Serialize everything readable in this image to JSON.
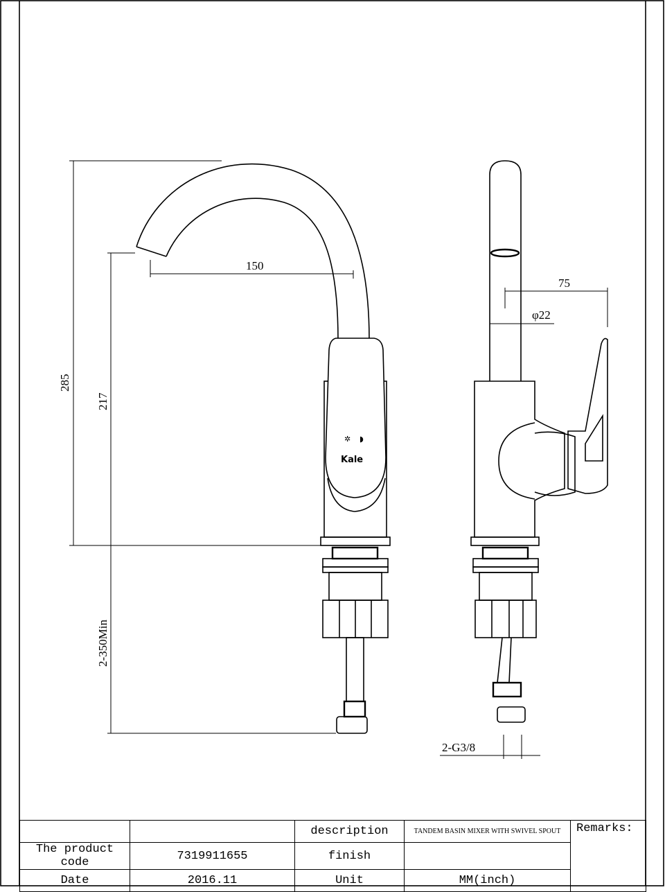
{
  "drawing": {
    "logo": "Kale",
    "dimensions": {
      "spout_reach": "150",
      "total_height": "285",
      "spout_height": "217",
      "hose_length": "2-350Min",
      "handle_offset": "75",
      "spout_diameter": "φ22",
      "connection": "2-G3/8"
    }
  },
  "title_block": {
    "description_label": "description",
    "description_value": "TANDEM BASIN MIXER WITH SWIVEL SPOUT",
    "remarks_label": "Remarks:",
    "product_code_label": "The product code",
    "product_code_value": "7319911655",
    "finish_label": "finish",
    "finish_value": "",
    "date_label": "Date",
    "date_value": "2016.11",
    "unit_label": "Unit",
    "unit_value": "MM(inch)"
  }
}
